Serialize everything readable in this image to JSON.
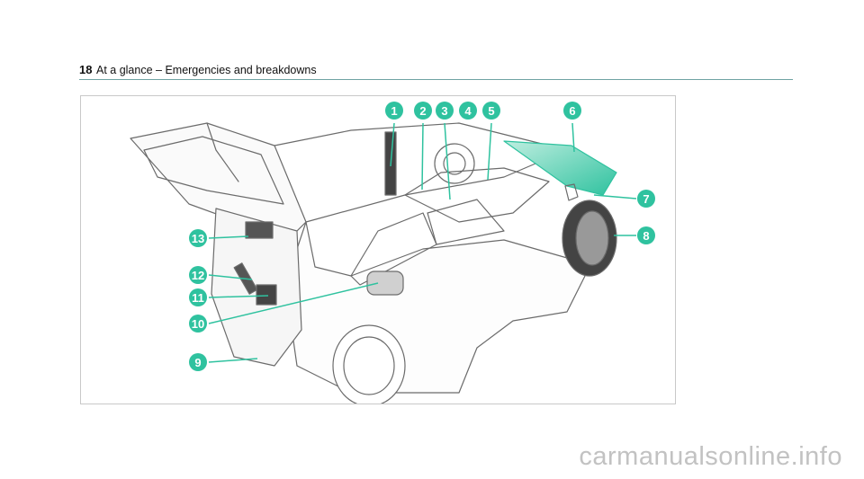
{
  "header": {
    "page_number": "18",
    "title": "At a glance – Emergencies and breakdowns"
  },
  "figure": {
    "accent_color": "#2fc29f",
    "callouts": [
      "1",
      "2",
      "3",
      "4",
      "5",
      "6",
      "7",
      "8",
      "9",
      "10",
      "11",
      "12",
      "13"
    ]
  },
  "watermark": "carmanualsonline.info"
}
